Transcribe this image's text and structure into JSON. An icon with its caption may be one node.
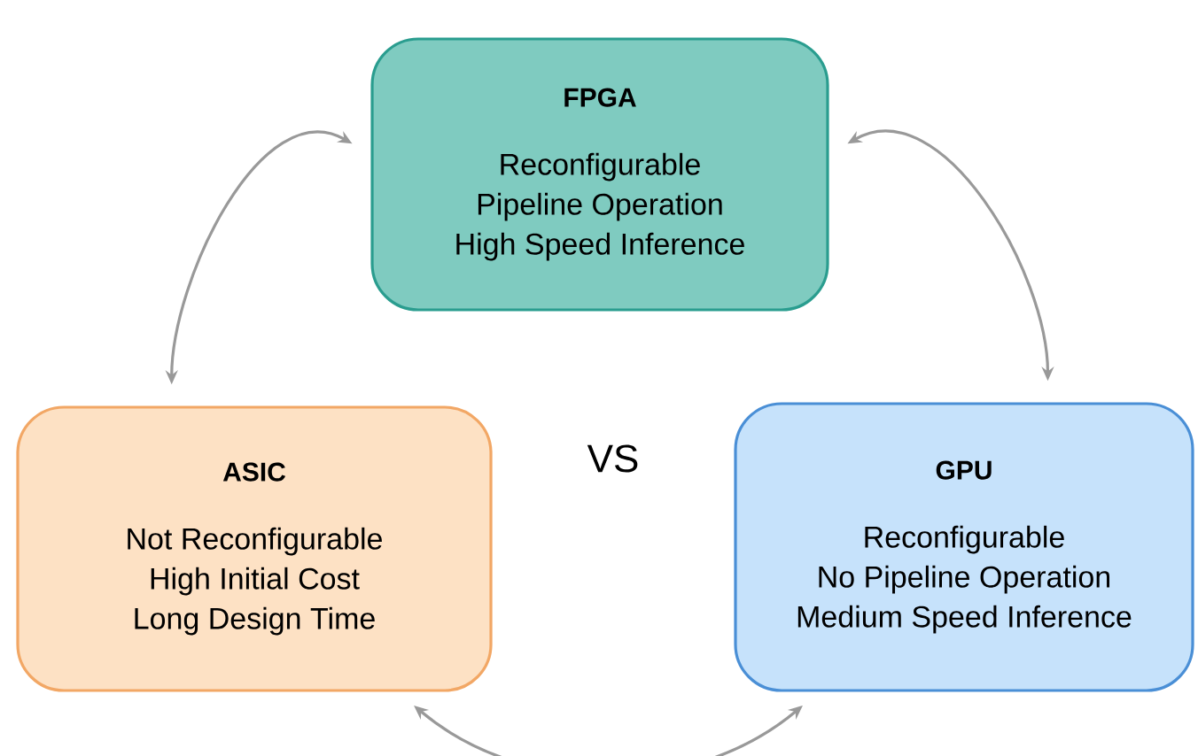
{
  "diagram": {
    "nodes": [
      {
        "text": [
          "FPGA",
          "Reconfigurable",
          "Pipeline Operation",
          "High Speed Inference"
        ]
      },
      {
        "text": [
          "ASIC",
          "Not Reconfigurable",
          "High Initial Cost",
          "Long Design Time"
        ]
      },
      {
        "text": [
          "GPU",
          "Reconfigurable",
          "No Pipeline Operation",
          "Medium Speed Inference"
        ]
      }
    ],
    "edges": [
      {
        "from": 0,
        "to": 1,
        "arrow": "both"
      },
      {
        "from": 0,
        "to": 2,
        "arrow": "both"
      },
      {
        "from": 1,
        "to": 2,
        "arrow": "both"
      }
    ],
    "labels": [
      "VS"
    ]
  }
}
